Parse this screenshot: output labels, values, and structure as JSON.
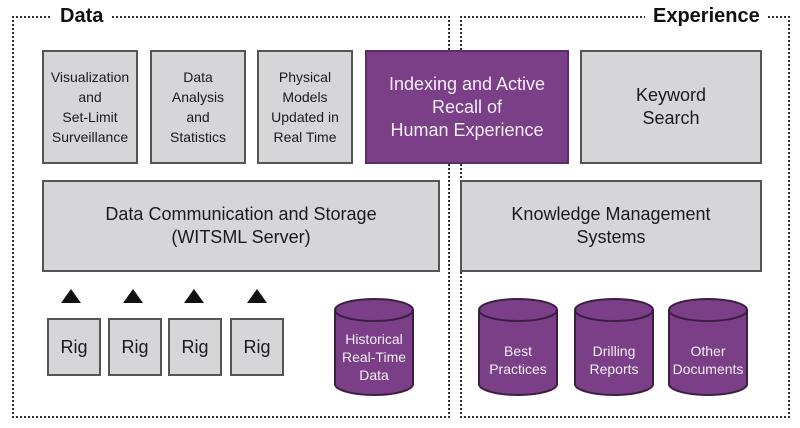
{
  "regions": {
    "data_title": "Data",
    "experience_title": "Experience"
  },
  "data_boxes": {
    "visualization": "Visualization\nand\nSet-Limit\nSurveillance",
    "analysis": "Data\nAnalysis\nand\nStatistics",
    "physical_models": "Physical\nModels\nUpdated in\nReal Time",
    "indexing": "Indexing and Active\nRecall of\nHuman Experience",
    "keyword": "Keyword\nSearch",
    "communication": "Data Communication and Storage\n(WITSML Server)",
    "knowledge": "Knowledge Management\nSystems"
  },
  "rigs": [
    "Rig",
    "Rig",
    "Rig",
    "Rig"
  ],
  "cylinders": {
    "historical": "Historical\nReal-Time\nData",
    "best_practices": "Best\nPractices",
    "drilling_reports": "Drilling\nReports",
    "other_documents": "Other\nDocuments"
  },
  "colors": {
    "purple": "#7a3f86",
    "gray_box": "#d6d6d8"
  }
}
